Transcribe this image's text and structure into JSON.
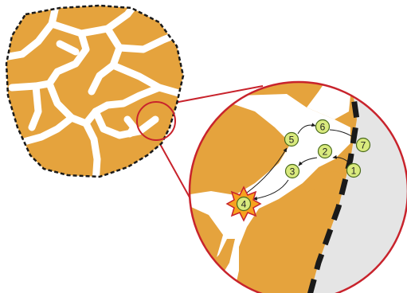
{
  "colors": {
    "tile": "#e5a33d",
    "crack": "#ffffff",
    "border": "#1a1a1a",
    "callout": "#c8232c",
    "shadow": "#e5e5e5",
    "node_fill": "#d9ea7e",
    "node_stroke": "#4a6a1c",
    "burst_fill": "#f7a21e",
    "burst_stroke": "#c8232c",
    "arrow": "#1a1a1a"
  },
  "nodes": [
    {
      "id": "1",
      "label": "1"
    },
    {
      "id": "2",
      "label": "2"
    },
    {
      "id": "3",
      "label": "3"
    },
    {
      "id": "4",
      "label": "4"
    },
    {
      "id": "5",
      "label": "5"
    },
    {
      "id": "6",
      "label": "6"
    },
    {
      "id": "7",
      "label": "7"
    }
  ],
  "path": [
    "1",
    "2",
    "3",
    "4",
    "5",
    "6",
    "7"
  ],
  "icons": {
    "burst": "explosion-burst-icon",
    "magnifier": "magnifier-circle"
  }
}
